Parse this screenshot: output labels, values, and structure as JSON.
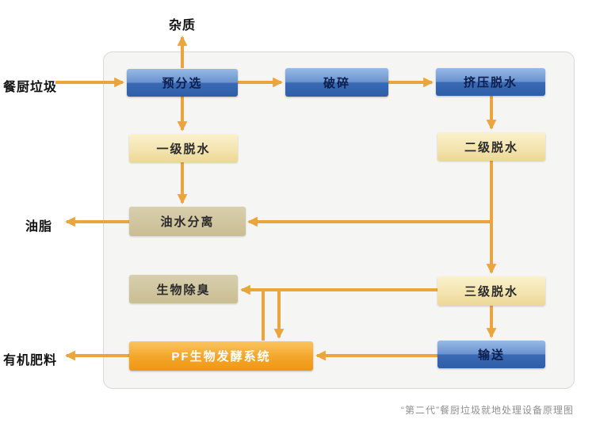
{
  "diagram": {
    "outside": {
      "impurities": "杂质",
      "kitchen_waste": "餐厨垃圾",
      "grease": "油脂",
      "organic_fertilizer": "有机肥料"
    },
    "nodes": {
      "presort": "预分选",
      "crush": "破碎",
      "squeeze_dewater": "挤压脱水",
      "dewater1": "一级脱水",
      "dewater2": "二级脱水",
      "oil_water_separation": "油水分离",
      "bio_deodorization": "生物除臭",
      "dewater3": "三级脱水",
      "pf_fermentation": "PF生物发酵系统",
      "convey": "输送"
    },
    "caption": "“第二代”餐厨垃圾就地处理设备原理图",
    "colors": {
      "arrow": "#eaa63c",
      "node_blue": "#3a6ab3",
      "node_cream": "#f2e2ab",
      "node_tan": "#c9bd92",
      "node_orange": "#f4a52a",
      "panel_background": "#f5f5f3",
      "panel_border": "#d8d8d5",
      "caption_text": "#8f8f8f"
    }
  }
}
